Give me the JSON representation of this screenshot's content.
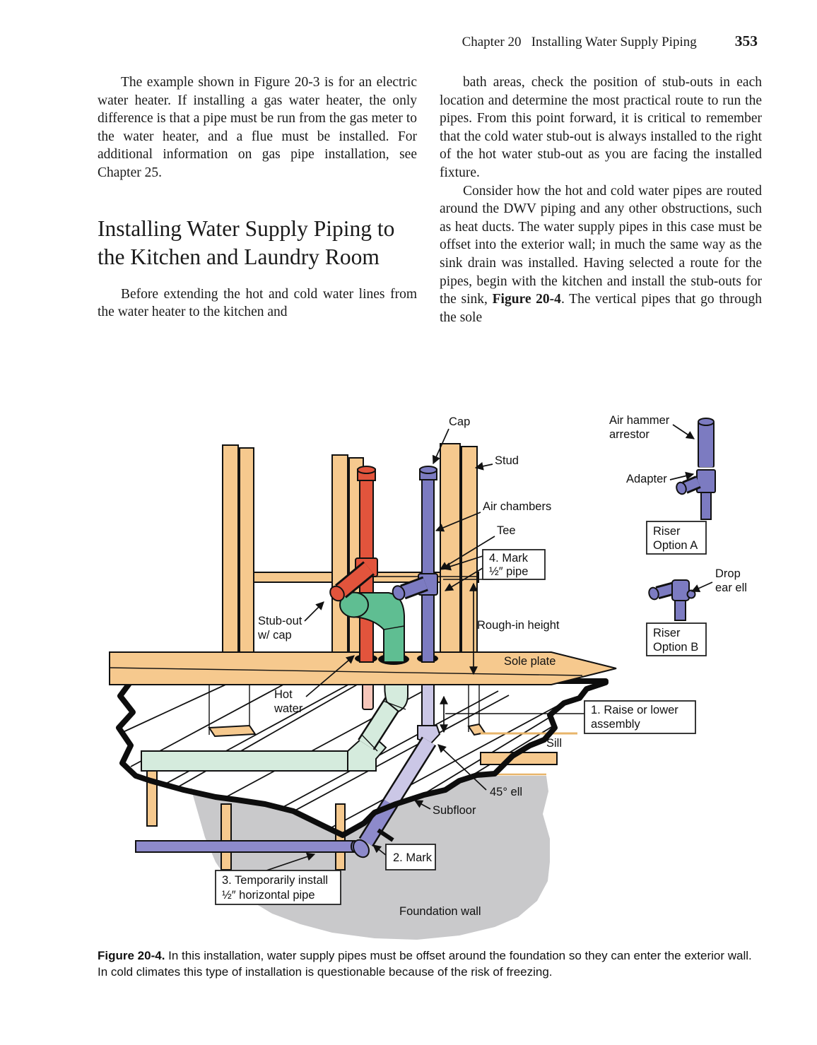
{
  "header": {
    "running_title": "Chapter 20   Installing Water Supply Piping",
    "page_number": "353"
  },
  "left_column": {
    "para1": "The example shown in Figure 20-3 is for an electric water heater. If installing a gas water heater, the only difference is that a pipe must be run from the gas meter to the water heater, and a flue must be installed. For additional information on gas pipe installation, see Chapter 25.",
    "heading": "Installing Water Supply Piping to the Kitchen and Laundry Room",
    "para2": "Before extending the hot and cold water lines from the water heater to the kitchen and"
  },
  "right_column": {
    "para1": "bath areas, check the position of stub-outs in each location and determine the most practical route to run the pipes. From this point forward, it is critical to remember that the cold water stub-out is always installed to the right of the hot water stub-out as you are facing the installed fixture.",
    "para2_start": "Consider how the hot and cold water pipes are routed around the DWV piping and any other obstructions, such as heat ducts. The water supply pipes in this case must be offset into the exterior wall; in much the same way as the sink drain was installed. Having selected a route for the pipes, begin with the kitchen and install the stub-outs for the sink, ",
    "para2_figref": "Figure 20-4",
    "para2_end": ". The vertical pipes that go through the sole"
  },
  "figure": {
    "labels": {
      "cap": "Cap",
      "stud": "Stud",
      "air_chambers": "Air chambers",
      "tee": "Tee",
      "mark4_line1": "4. Mark",
      "mark4_line2": "½″ pipe",
      "air_hammer_line1": "Air hammer",
      "air_hammer_line2": "arrestor",
      "adapter": "Adapter",
      "riser_a_line1": "Riser",
      "riser_a_line2": "Option A",
      "drop_ear_line1": "Drop",
      "drop_ear_line2": "ear ell",
      "riser_b_line1": "Riser",
      "riser_b_line2": "Option B",
      "stub_out_line1": "Stub-out",
      "stub_out_line2": "w/ cap",
      "rough_in": "Rough-in height",
      "sole_plate": "Sole plate",
      "hot_line1": "Hot",
      "hot_line2": "water",
      "raise_line1": "1. Raise or lower",
      "raise_line2": "assembly",
      "sill": "Sill",
      "ell45": "45° ell",
      "subfloor": "Subfloor",
      "mark2": "2. Mark",
      "install3_line1": "3. Temporarily install",
      "install3_line2": "½″ horizontal pipe",
      "foundation": "Foundation wall"
    },
    "colors": {
      "wood": "#F6C98E",
      "hot_pipe": "#E2543C",
      "cold_pipe": "#7C7BC1",
      "dwv_pipe": "#5FBE92",
      "dwv_below": "#D5EBDD",
      "cold_below": "#CBC7E6",
      "cold_run": "#8D8ACB",
      "hot_below": "#F6C6BA",
      "foundation": "#C9C9CB"
    }
  },
  "caption": {
    "figure_label": "Figure 20-4.",
    "text": " In this installation, water supply pipes must be offset around the foundation so they can enter the exterior wall. In cold climates this type of installation is questionable because of the risk of freezing."
  }
}
